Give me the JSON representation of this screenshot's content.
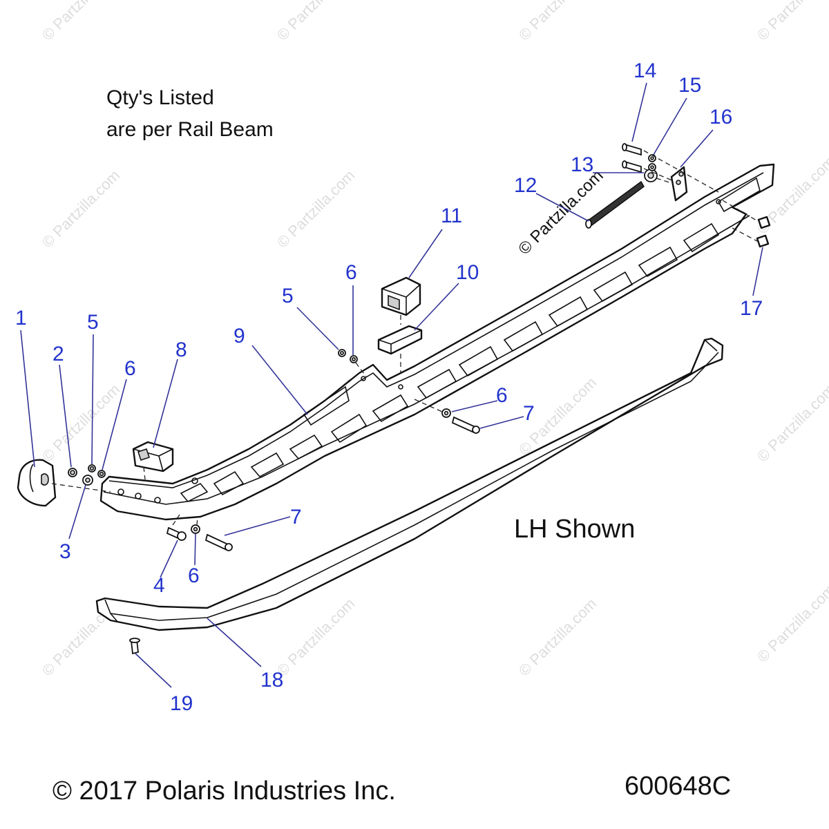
{
  "notes": {
    "qty_line1": "Qty's Listed",
    "qty_line2": "are per Rail Beam",
    "lh_shown": "LH Shown"
  },
  "footer": {
    "copyright": "© 2017 Polaris Industries Inc.",
    "part_code": "600648C"
  },
  "watermark": {
    "text": "© Partzilla.com"
  },
  "callouts": {
    "c1": "1",
    "c2": "2",
    "c3": "3",
    "c4": "4",
    "c5a": "5",
    "c5b": "5",
    "c6a": "6",
    "c6b": "6",
    "c6c": "6",
    "c6d": "6",
    "c7a": "7",
    "c7b": "7",
    "c8": "8",
    "c9": "9",
    "c10": "10",
    "c11": "11",
    "c12": "12",
    "c13": "13",
    "c14": "14",
    "c15": "15",
    "c16": "16",
    "c17": "17",
    "c18": "18",
    "c19": "19"
  },
  "colors": {
    "callout": "#2233cc",
    "line": "#111111"
  }
}
